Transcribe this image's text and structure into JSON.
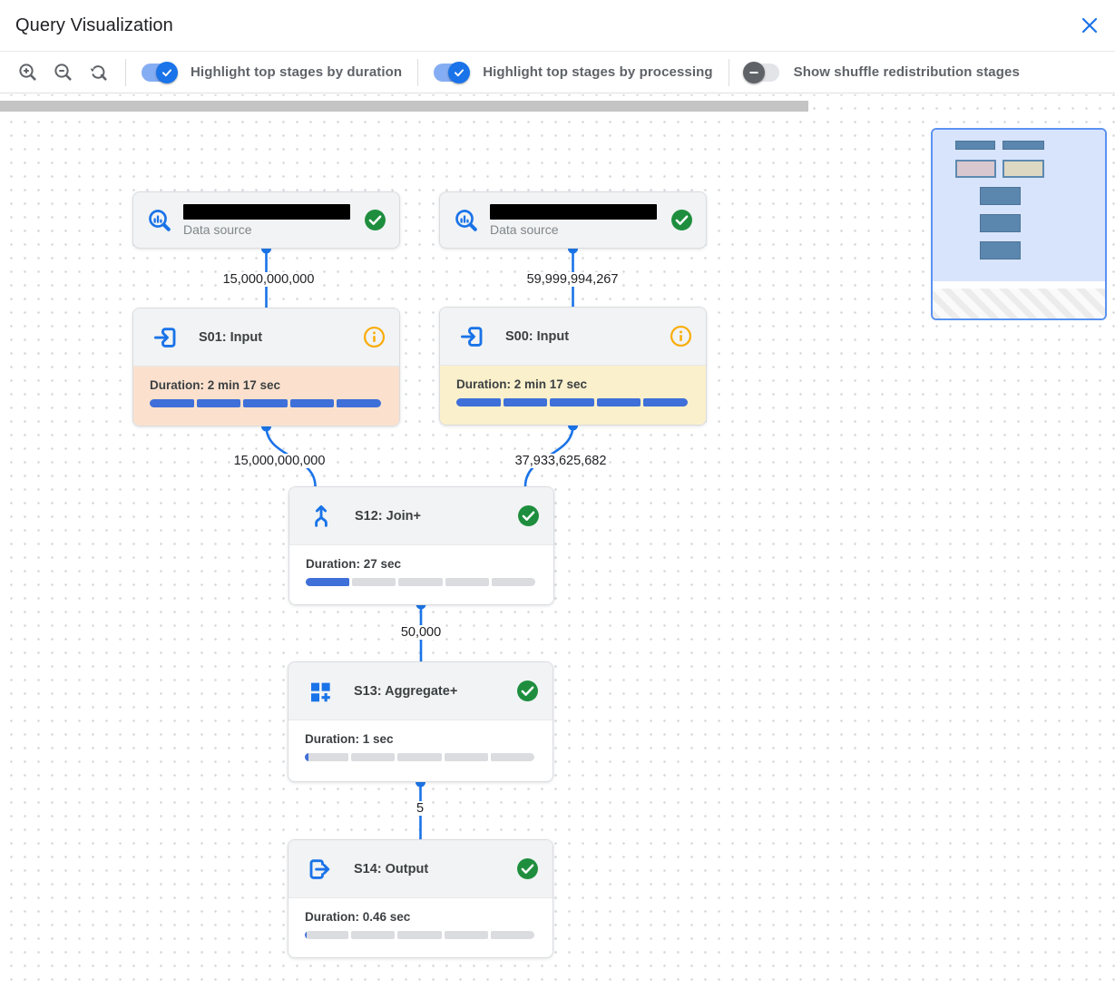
{
  "header": {
    "title": "Query Visualization",
    "close_icon": "close-x"
  },
  "toolbar": {
    "zoom_icons": [
      "zoom-in",
      "zoom-out",
      "zoom-reset"
    ],
    "toggles": [
      {
        "label": "Highlight top stages by duration",
        "state": "on"
      },
      {
        "label": "Highlight top stages by processing",
        "state": "on"
      },
      {
        "label": "Show shuffle redistribution stages",
        "state": "off"
      }
    ]
  },
  "canvas": {
    "nodes": {
      "ds1": {
        "type": "data-source",
        "label": "Data source",
        "name_redacted": true,
        "status": "success"
      },
      "ds2": {
        "type": "data-source",
        "label": "Data source",
        "name_redacted": true,
        "status": "success"
      },
      "s01": {
        "title": "S01: Input",
        "duration": "Duration: 2 min 17 sec",
        "progress": 1.0,
        "highlight": "orange",
        "status": "info"
      },
      "s00": {
        "title": "S00: Input",
        "duration": "Duration: 2 min 17 sec",
        "progress": 1.0,
        "highlight": "yellow",
        "status": "info"
      },
      "s12": {
        "title": "S12: Join+",
        "duration": "Duration: 27 sec",
        "progress": 0.2,
        "highlight": "none",
        "status": "success"
      },
      "s13": {
        "title": "S13: Aggregate+",
        "duration": "Duration: 1 sec",
        "progress": 0.015,
        "highlight": "none",
        "status": "success"
      },
      "s14": {
        "title": "S14: Output",
        "duration": "Duration: 0.46 sec",
        "progress": 0.005,
        "highlight": "none",
        "status": "success"
      }
    },
    "edge_labels": {
      "e1": "15,000,000,000",
      "e2": "59,999,994,267",
      "e3": "15,000,000,000",
      "e4": "37,933,625,682",
      "e5": "50,000",
      "e6": "5"
    }
  },
  "colors": {
    "accent_blue": "#1a73e8",
    "progress_blue": "#3f6fd8",
    "success_green": "#1e8e3e",
    "info_orange": "#f9ab00",
    "highlight_orange": "#fbe1cd",
    "highlight_yellow": "#faf0cb",
    "node_header_gray": "#f1f3f4"
  }
}
